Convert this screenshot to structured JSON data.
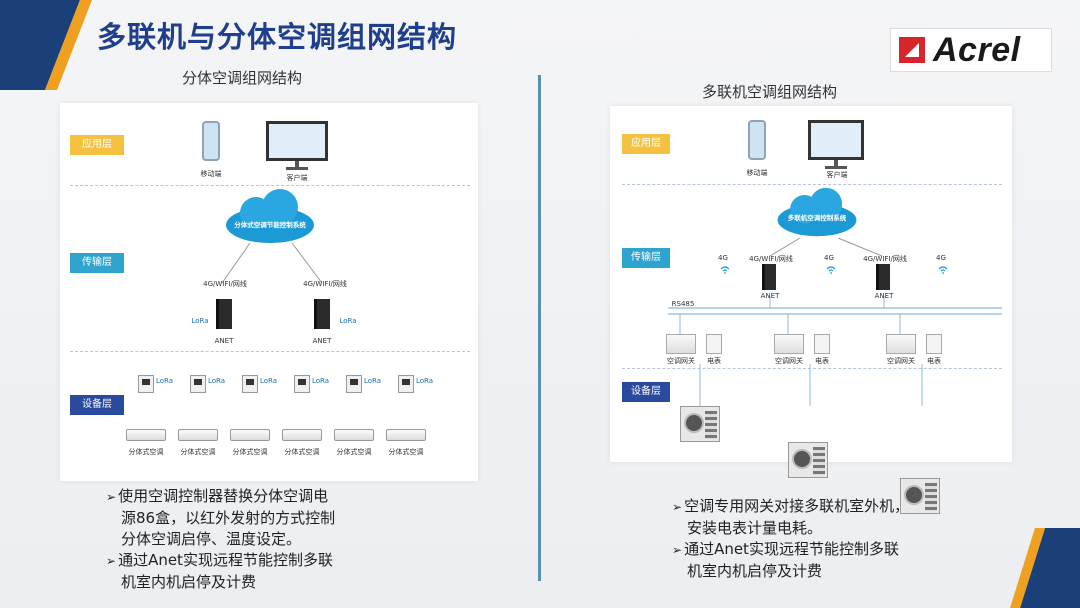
{
  "title": "多联机与分体空调组网结构",
  "logo_text": "Acrel",
  "left": {
    "subtitle": "分体空调组网结构",
    "layers": {
      "app": "应用层",
      "transport": "传输层",
      "device": "设备层"
    },
    "mobile_label": "移动端",
    "client_label": "客户端",
    "cloud_label": "分体式空调节能控制系统",
    "link_labels": [
      "4G/WIFI/网线",
      "4G/WIFI/网线"
    ],
    "anet_label": "ANET",
    "lora_label": "LoRa",
    "ac_label": "分体式空调",
    "bullets": [
      "使用空调控制器替换分体空调电源86盒，以红外发射的方式控制分体空调启停、温度设定。",
      "通过Anet实现远程节能控制多联机室内机启停及计费"
    ],
    "bullet_lines": [
      [
        "使用空调控制器替换分体空调电",
        "源86盒，以红外发射的方式控制",
        "分体空调启停、温度设定。"
      ],
      [
        "通过Anet实现远程节能控制多联",
        "机室内机启停及计费"
      ]
    ]
  },
  "right": {
    "subtitle": "多联机空调组网结构",
    "layers": {
      "app": "应用层",
      "transport": "传输层",
      "device": "设备层"
    },
    "mobile_label": "移动端",
    "client_label": "客户端",
    "cloud_label": "多联机空调控制系统",
    "fourg": "4G",
    "link_labels": [
      "4G/WIFI/网线",
      "4G/WIFI/网线"
    ],
    "anet_label": "ANET",
    "rs485": "RS485",
    "gateway_label": "空调网关",
    "meter_label": "电表",
    "bullet_lines": [
      [
        "空调专用网关对接多联机室外机，",
        "安装电表计量电耗。"
      ],
      [
        "通过Anet实现远程节能控制多联",
        "机室内机启停及计费"
      ]
    ]
  },
  "colors": {
    "title": "#1f3f8c",
    "app_layer": "#f5c140",
    "transport_layer": "#2fa4cf",
    "device_layer": "#2a4a9e",
    "cloud": "#1c9ad6",
    "accent_orange": "#f0a020",
    "accent_navy": "#1b3f78"
  }
}
